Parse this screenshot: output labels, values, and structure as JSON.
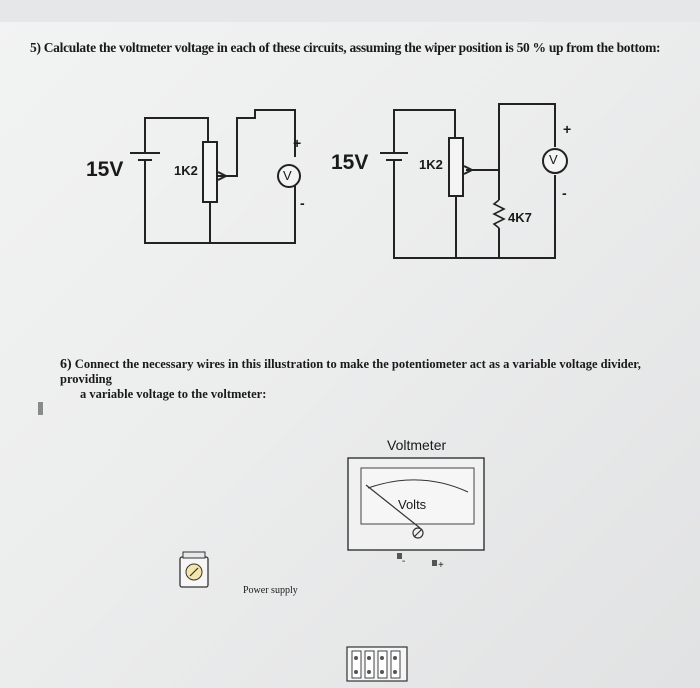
{
  "top_tabs": [
    "",
    "",
    "",
    "",
    "",
    ""
  ],
  "question5": {
    "number": "5)",
    "text": "Calculate the voltmeter voltage in each of these circuits, assuming the wiper position is 50 % up from the bottom:"
  },
  "circuit1": {
    "source_label": "15V",
    "resistor_label": "1K2",
    "meter_label": "V",
    "plus": "+",
    "minus": "-"
  },
  "circuit2": {
    "source_label": "15V",
    "resistor_label": "1K2",
    "meter_label": "V",
    "load_label": "4K7",
    "plus": "+",
    "minus": "-"
  },
  "question6": {
    "number": "6)",
    "line1": "Connect the necessary wires in this illustration to make the potentiometer act as a variable voltage divider, providing",
    "line2": "a variable voltage to the voltmeter:"
  },
  "illustration": {
    "voltmeter_title": "Voltmeter",
    "dial_label": "Volts",
    "terminal_minus": "-",
    "terminal_plus": "+",
    "power_supply_label": "Power supply"
  }
}
